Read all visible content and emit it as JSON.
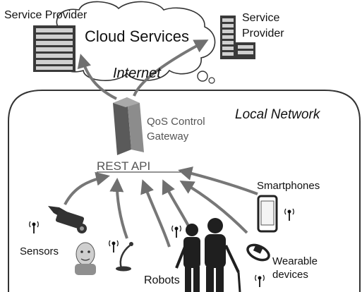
{
  "cloud": {
    "title": "Cloud Services",
    "link_label": "Internet"
  },
  "providers": {
    "left": {
      "label": "Service Provider"
    },
    "right": {
      "label_line1": "Service",
      "label_line2": "Provider"
    }
  },
  "local_network": {
    "title": "Local Network",
    "gateway_line1": "QoS Control",
    "gateway_line2": "Gateway",
    "api_label": "REST API"
  },
  "devices": {
    "smartphones": "Smartphones",
    "sensors": "Sensors",
    "robots": "Robots",
    "wearable_line1": "Wearable",
    "wearable_line2": "devices"
  },
  "colors": {
    "outline": "#333333",
    "arrow": "#777777",
    "server_dark": "#3a3a3a",
    "server_panel": "#d0d0d0",
    "gateway": "#7c7c7c",
    "label_gray": "#555555"
  },
  "icons": [
    "server-icon",
    "cloud-icon",
    "gateway-icon",
    "wireless-signal-icon",
    "camera-sensor-icon",
    "smartphone-icon",
    "robot-icon",
    "microphone-icon",
    "people-icon",
    "wearable-band-icon"
  ]
}
